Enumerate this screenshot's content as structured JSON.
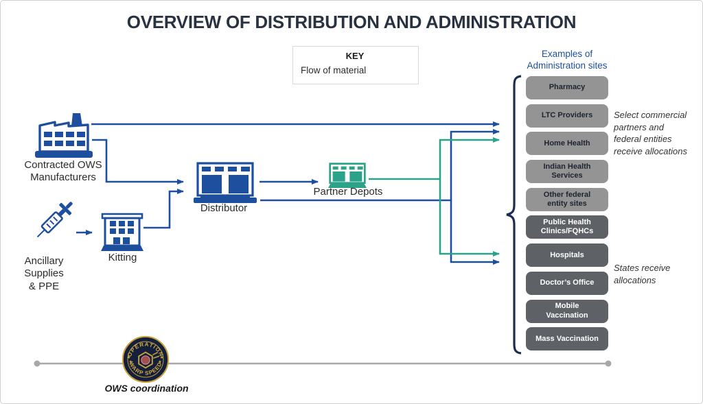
{
  "title": "OVERVIEW OF DISTRIBUTION AND ADMINISTRATION",
  "key": {
    "title": "KEY",
    "flow_label": "Flow of material"
  },
  "nodes": {
    "manufacturers": "Contracted OWS\nManufacturers",
    "ancillary": "Ancillary\nSupplies\n& PPE",
    "kitting": "Kitting",
    "distributor": "Distributor",
    "partner_depots": "Partner Depots"
  },
  "admin_sites": {
    "heading": "Examples of\nAdministration sites",
    "boxes": [
      {
        "label": "Pharmacy",
        "variant": "light"
      },
      {
        "label": "LTC Providers",
        "variant": "light"
      },
      {
        "label": "Home Health",
        "variant": "light"
      },
      {
        "label": "Indian Health\nServices",
        "variant": "light"
      },
      {
        "label": "Other federal\nentity sites",
        "variant": "light"
      },
      {
        "label": "Public Health\nClinics/FQHCs",
        "variant": "dark"
      },
      {
        "label": "Hospitals",
        "variant": "dark"
      },
      {
        "label": "Doctor’s Office",
        "variant": "dark"
      },
      {
        "label": "Mobile\nVaccination",
        "variant": "dark"
      },
      {
        "label": "Mass Vaccination",
        "variant": "dark"
      }
    ]
  },
  "annotations": {
    "commercial": "Select commercial\npartners and\nfederal entities\nreceive allocations",
    "states": "States receive\nallocations"
  },
  "seal": {
    "top": "OPERATION",
    "bottom": "WARP SPEED"
  },
  "footer": {
    "coordination": "OWS coordination"
  },
  "colors": {
    "blue": "#1e4f9e",
    "teal": "#2aa38a",
    "navy": "#1b2d52",
    "light_box": "#949494",
    "dark_box": "#5e6267",
    "timeline_gray": "#a8a8a8"
  }
}
